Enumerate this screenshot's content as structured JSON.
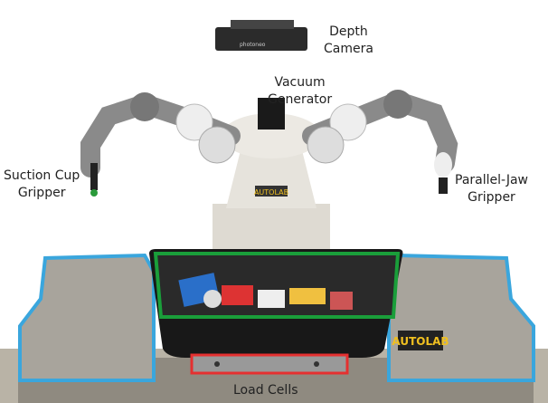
{
  "labels": {
    "depth_camera": [
      "Depth",
      "Camera"
    ],
    "vacuum_generator": [
      "Vacuum",
      "Generator"
    ],
    "suction_cup_gripper": [
      "Suction Cup",
      "Gripper"
    ],
    "parallel_jaw_gripper": [
      "Parallel-Jaw",
      "Gripper"
    ],
    "load_cells": "Load Cells"
  },
  "logos": {
    "camera_brand": "photoneo",
    "lab_logo": "AUTOLAB"
  },
  "colors": {
    "bin_outline": "#1a9e3a",
    "side_bin_outline": "#3aa6dd",
    "load_cell_box": "#e53030"
  }
}
